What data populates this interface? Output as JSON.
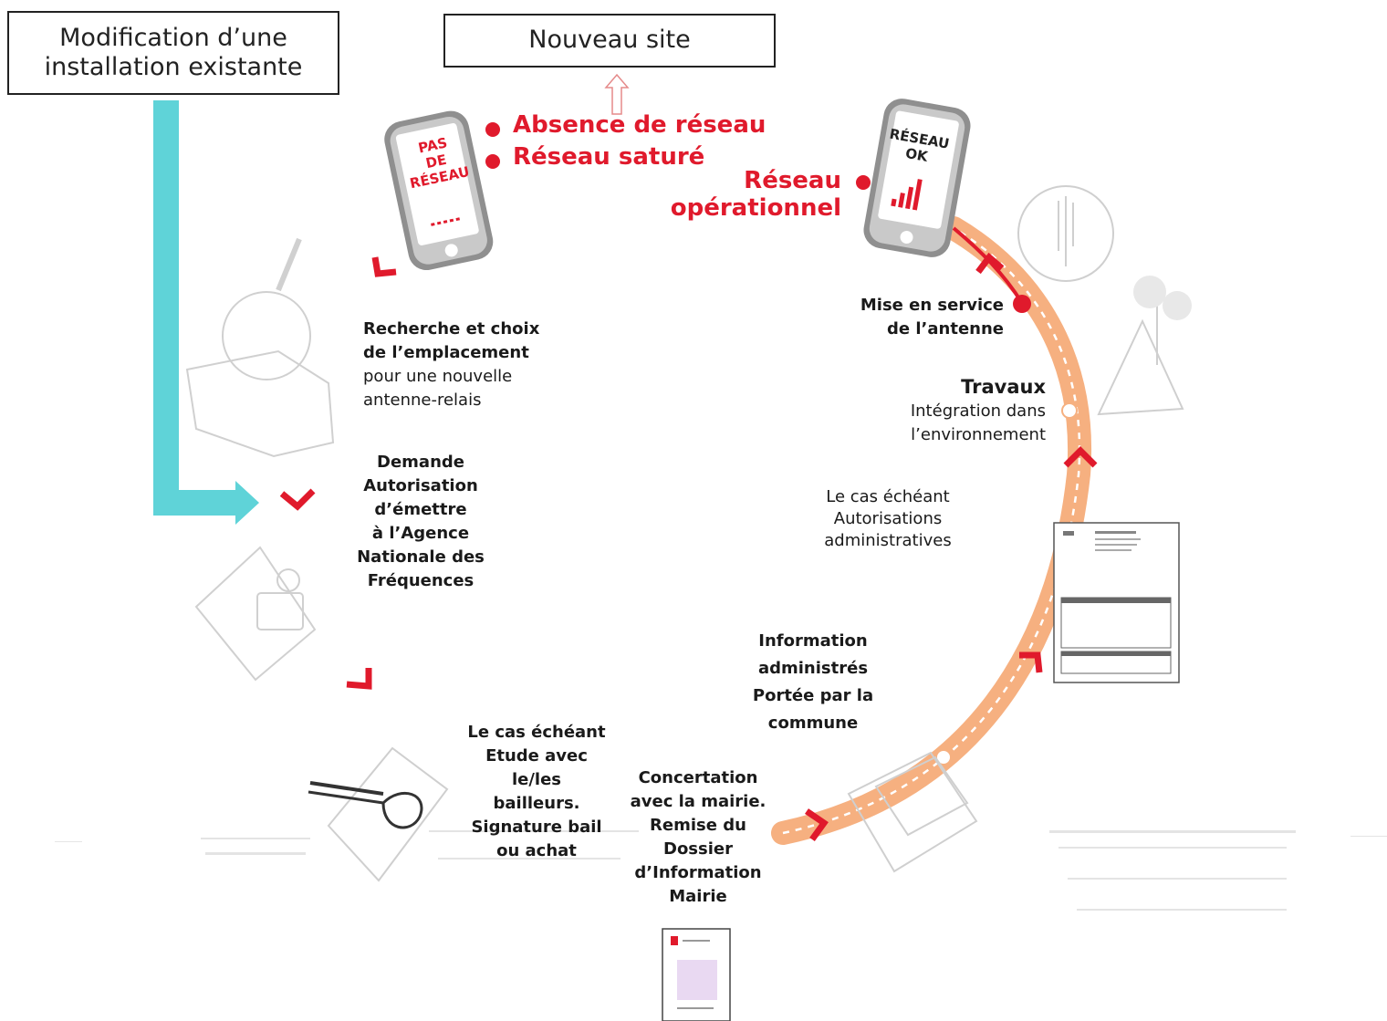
{
  "boxes": {
    "existing": "Modification d’une\ninstallation existante",
    "new_site": "Nouveau site"
  },
  "phones": {
    "no_network": [
      "PAS",
      "DE",
      "RÉSEAU"
    ],
    "network_ok": [
      "RÉSEAU",
      "OK"
    ]
  },
  "causes": [
    "Absence de réseau",
    "Réseau saturé"
  ],
  "operational": [
    "Réseau",
    "opérationnel"
  ],
  "steps": {
    "search": {
      "title": [
        "Recherche et choix",
        "de l’emplacement"
      ],
      "desc": [
        "pour une nouvelle",
        "antenne-relais"
      ]
    },
    "anfr": [
      "Demande",
      "Autorisation",
      "d’émettre",
      "à l’Agence",
      "Nationale des",
      "Fréquences"
    ],
    "landlords": [
      "Le cas échéant",
      "Etude avec",
      "le/les",
      "bailleurs.",
      "Signature bail",
      "ou achat"
    ],
    "mayor": [
      "Concertation",
      "avec la mairie.",
      "Remise du",
      "Dossier",
      "d’Information",
      "Mairie"
    ],
    "info": [
      "Information",
      "administrés",
      "Portée par la",
      "commune"
    ],
    "admin": [
      "Le cas échéant",
      "Autorisations",
      "administratives"
    ],
    "works": {
      "title": "Travaux",
      "desc": [
        "Intégration dans",
        "l’environnement"
      ]
    },
    "commissioning": [
      "Mise en service",
      "de l’antenne"
    ]
  },
  "colors": {
    "red": "#e01a2c",
    "teal": "#5fd3d8",
    "orange": "#f4a26b"
  }
}
